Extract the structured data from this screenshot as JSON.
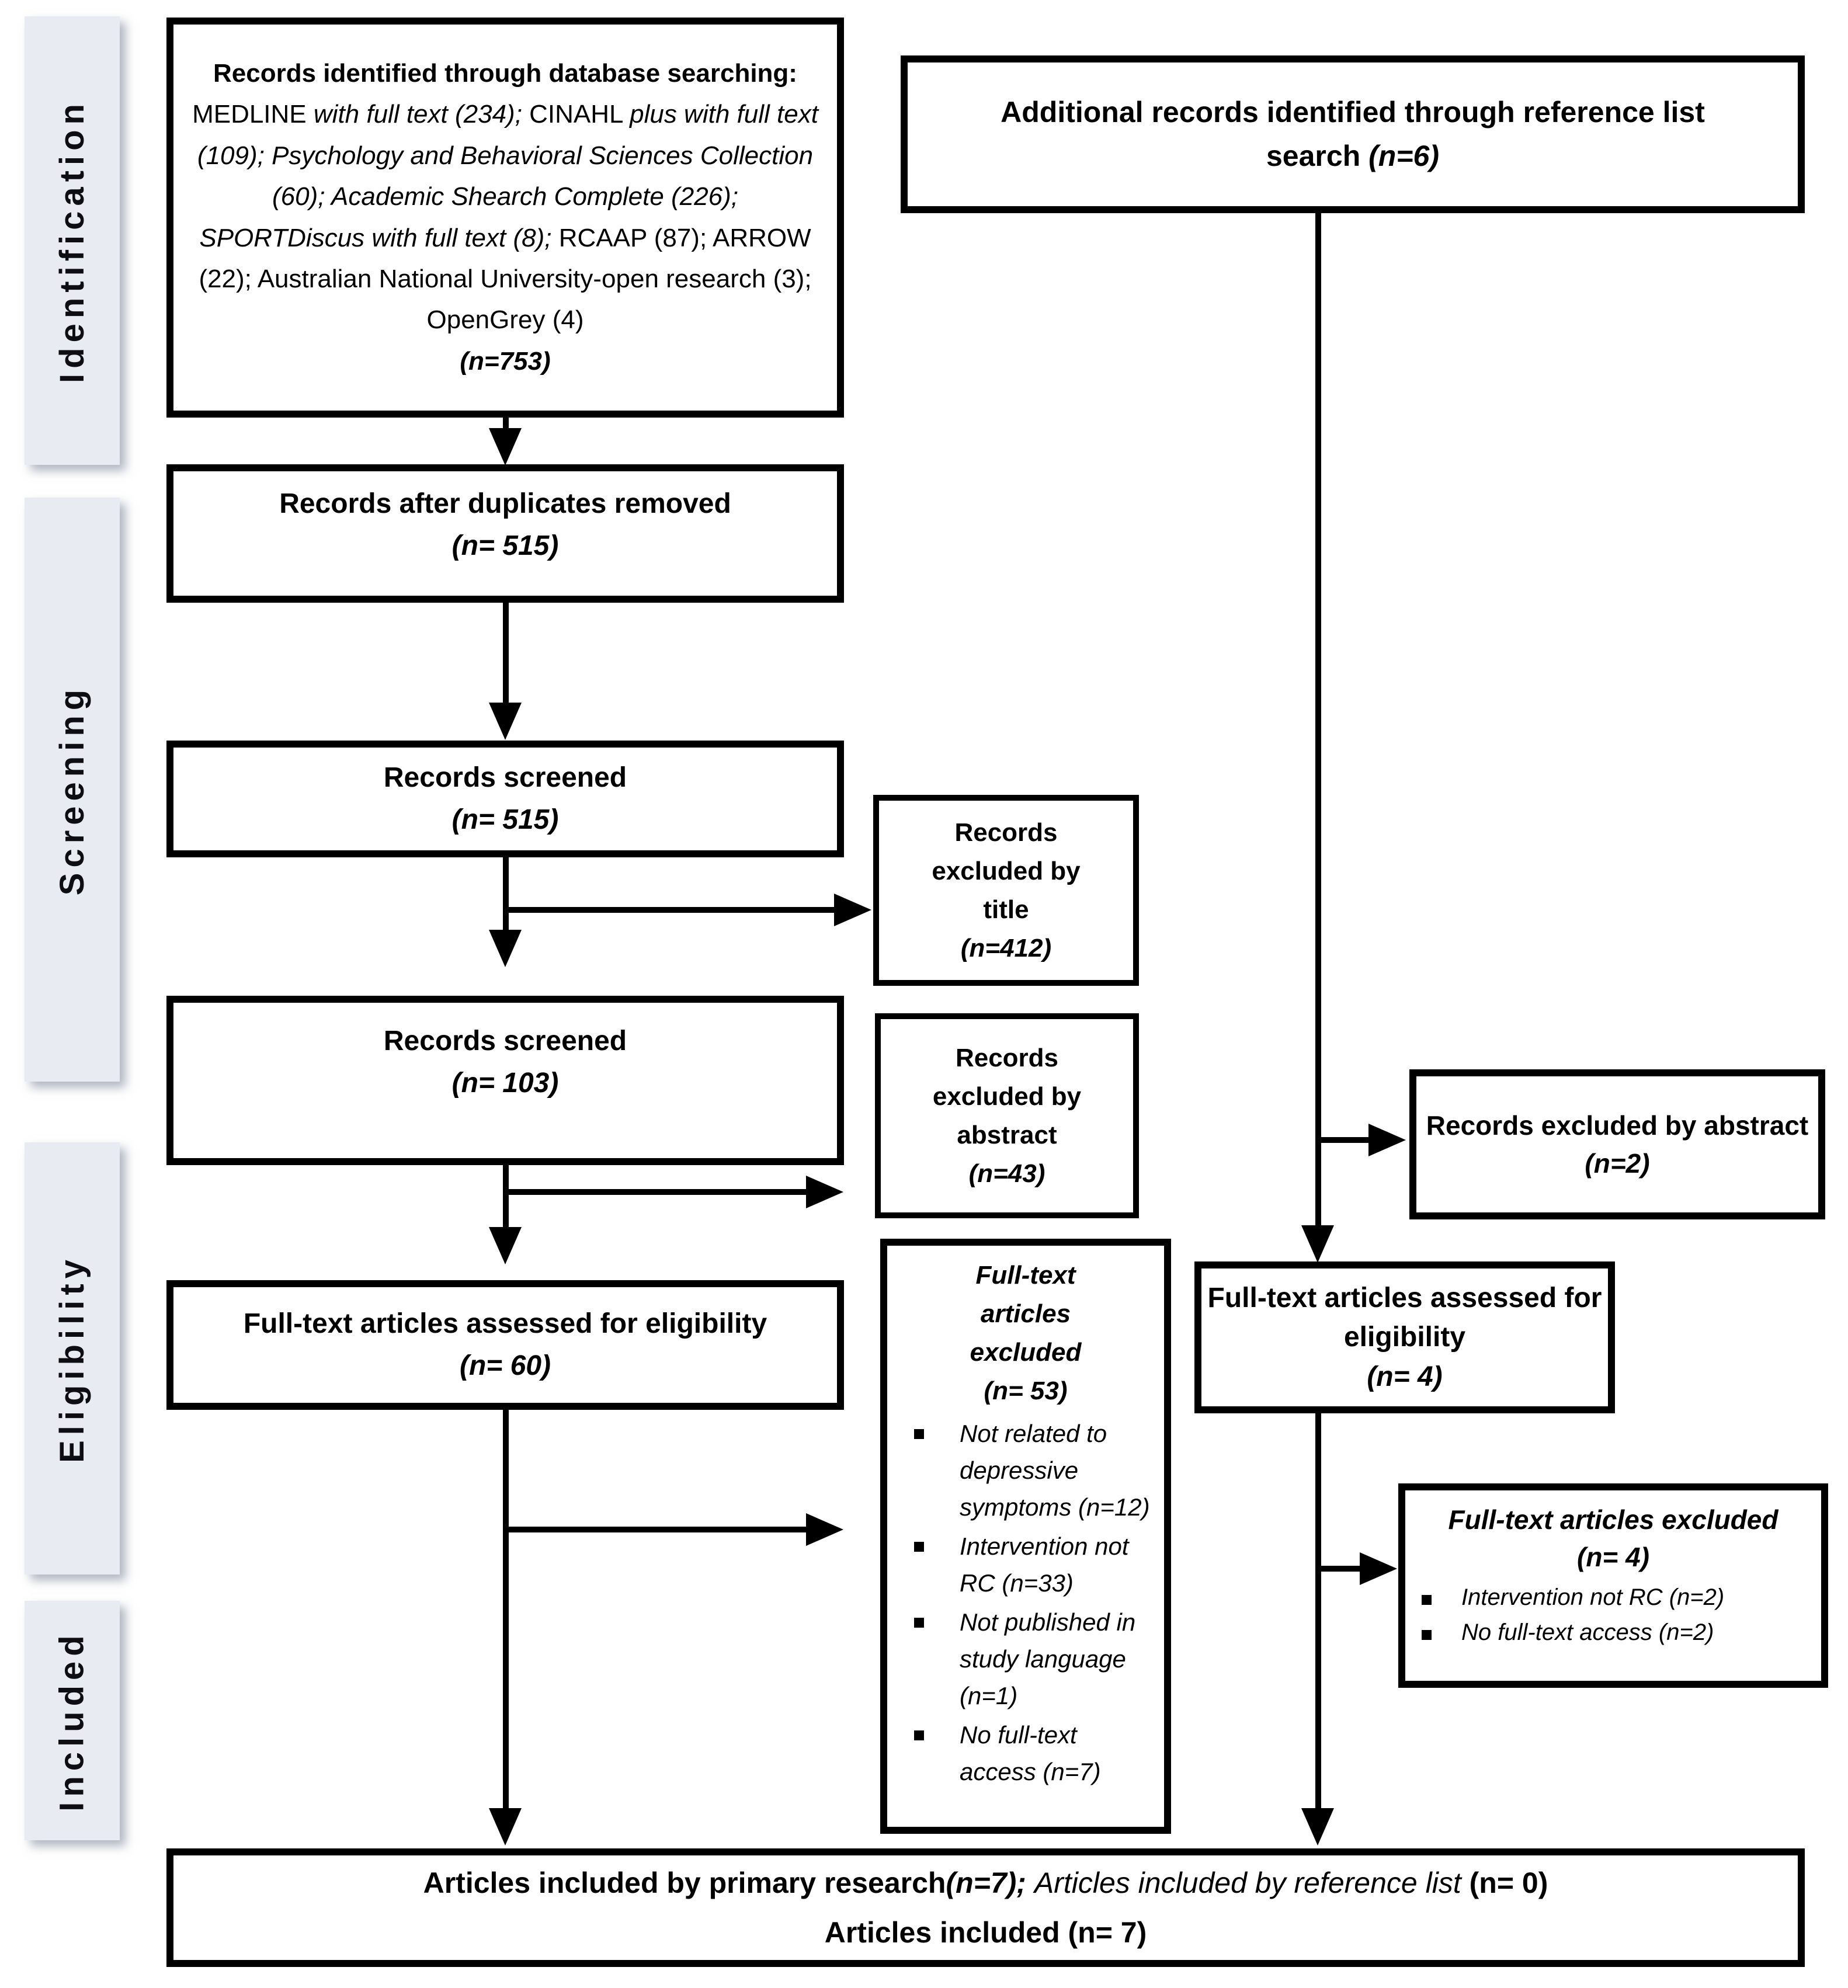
{
  "palette": {
    "border": "#000000",
    "box_bg": "#ffffff",
    "sidebar_bg": "#e9ebf2",
    "text": "#000000"
  },
  "sidebar": {
    "stages": [
      {
        "label": "Identification"
      },
      {
        "label": "Screening"
      },
      {
        "label": "Eligibility"
      },
      {
        "label": "Included"
      }
    ]
  },
  "boxes": {
    "db_search": {
      "rich": [
        {
          "t": "Records identified through database searching:",
          "s": "b"
        },
        {
          "t": " MEDLINE ",
          "s": "r"
        },
        {
          "t": "with full text (234);",
          "s": "i"
        },
        {
          "t": " CINAHL ",
          "s": "r"
        },
        {
          "t": "plus with full text (109); Psychology and Behavioral Sciences Collection  (60); Academic Shearch Complete (226); SPORTDiscus with full text (8);",
          "s": "i"
        },
        {
          "t": " RCAAP (87); ARROW (22); Australian National University-open research (3); OpenGrey (4)",
          "s": "r"
        },
        {
          "s": "br"
        },
        {
          "t": "(n=753)",
          "s": "bi"
        }
      ]
    },
    "ref_search": {
      "rich": [
        {
          "t": "Additional records identified through reference list search ",
          "s": "b"
        },
        {
          "t": "(n=6)",
          "s": "bi"
        }
      ]
    },
    "dedup": {
      "rich": [
        {
          "t": "Records after duplicates removed",
          "s": "b"
        },
        {
          "s": "br"
        },
        {
          "t": "(n= 515)",
          "s": "bi"
        }
      ]
    },
    "screened_515": {
      "rich": [
        {
          "t": "Records screened",
          "s": "b"
        },
        {
          "s": "br"
        },
        {
          "t": "(n= 515)",
          "s": "bi"
        }
      ]
    },
    "excluded_title": {
      "rich": [
        {
          "t": "Records",
          "s": "b"
        },
        {
          "s": "br"
        },
        {
          "t": "excluded by",
          "s": "b"
        },
        {
          "s": "br"
        },
        {
          "t": "title",
          "s": "b"
        },
        {
          "s": "br"
        },
        {
          "t": "(n=412)",
          "s": "bi"
        }
      ]
    },
    "screened_103": {
      "rich": [
        {
          "t": "Records screened",
          "s": "b"
        },
        {
          "s": "br"
        },
        {
          "t": "(n= 103)",
          "s": "bi"
        }
      ]
    },
    "excluded_abstract_43": {
      "rich": [
        {
          "t": "Records",
          "s": "b"
        },
        {
          "s": "br"
        },
        {
          "t": "excluded by",
          "s": "b"
        },
        {
          "s": "br"
        },
        {
          "t": "abstract",
          "s": "b"
        },
        {
          "s": "br"
        },
        {
          "t": "(n=43)",
          "s": "bi"
        }
      ]
    },
    "excluded_abstract_2": {
      "rich": [
        {
          "t": "Records excluded by abstract",
          "s": "b"
        },
        {
          "s": "br"
        },
        {
          "t": "(n=2)",
          "s": "bi"
        }
      ]
    },
    "fulltext_60": {
      "rich": [
        {
          "t": "Full-text articles assessed for eligibility",
          "s": "b"
        },
        {
          "s": "br"
        },
        {
          "t": "(n= 60)",
          "s": "bi"
        }
      ]
    },
    "fulltext_4": {
      "rich": [
        {
          "t": "Full-text articles assessed for eligibility",
          "s": "b"
        },
        {
          "s": "br"
        },
        {
          "t": "(n= 4)",
          "s": "bi"
        }
      ]
    },
    "fulltext_excluded_53": {
      "heading": [
        {
          "t": "Full-text",
          "s": "bi"
        },
        {
          "s": "br"
        },
        {
          "t": "articles",
          "s": "bi"
        },
        {
          "s": "br"
        },
        {
          "t": "excluded",
          "s": "bi"
        },
        {
          "s": "br"
        },
        {
          "t": "(n= 53)",
          "s": "bi"
        }
      ],
      "bullets": [
        [
          {
            "t": "Not related to depressive symptoms (n=12)",
            "s": "i"
          }
        ],
        [
          {
            "t": "Intervention not RC (n=33)",
            "s": "i"
          }
        ],
        [
          {
            "t": "Not published in study language (n=1)",
            "s": "i"
          }
        ],
        [
          {
            "t": "No full-text access (n=7)",
            "s": "i"
          }
        ]
      ]
    },
    "ref_fulltext_excluded_4": {
      "heading": [
        {
          "t": "Full-text articles excluded",
          "s": "bi"
        },
        {
          "s": "br"
        },
        {
          "t": "(n= 4)",
          "s": "bi"
        }
      ],
      "bullets": [
        [
          {
            "t": "Intervention not RC (n=2)",
            "s": "i"
          }
        ],
        [
          {
            "t": "No full-text access (n=2)",
            "s": "i"
          }
        ]
      ]
    },
    "included": {
      "rich": [
        {
          "t": "Articles included by primary research",
          "s": "b"
        },
        {
          "t": "(n=7); ",
          "s": "bi"
        },
        {
          "t": "Articles included by reference list ",
          "s": "i"
        },
        {
          "t": "(n= 0)",
          "s": "b"
        },
        {
          "s": "br"
        },
        {
          "t": "Articles included (n= 7)",
          "s": "b"
        }
      ]
    }
  }
}
